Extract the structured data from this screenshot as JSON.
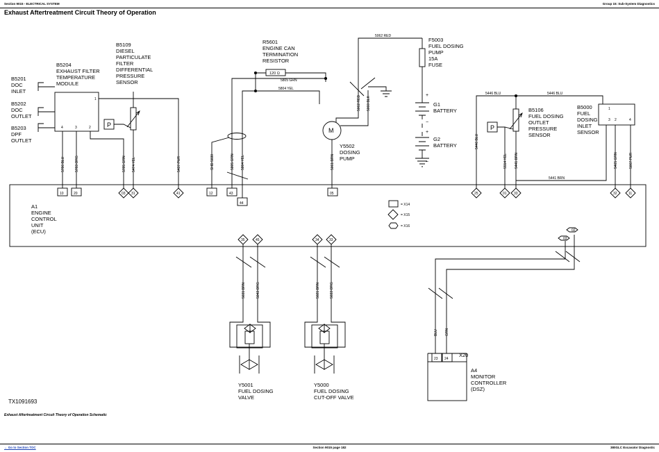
{
  "header": {
    "left": "Section 9015 - ELECTRICAL SYSTEM",
    "right": "Group 15: Sub-System Diagnostics"
  },
  "title": "Exhaust Aftertreatment Circuit Theory of Operation",
  "components": {
    "b5204": [
      "B5204",
      "EXHAUST FILTER",
      "TEMPERATURE",
      "MODULE"
    ],
    "b5201": [
      "B5201",
      "DOC",
      "INLET"
    ],
    "b5202": [
      "B5202",
      "DOC",
      "OUTLET"
    ],
    "b5203": [
      "B5203",
      "DPF",
      "OUTLET"
    ],
    "b5109": [
      "B5109",
      "DIESEL",
      "PARTICULATE",
      "FILTER",
      "DIFFERENTIAL",
      "PRESSURE",
      "SENSOR"
    ],
    "r5601": [
      "R5601",
      "ENGINE CAN",
      "TERMINATION",
      "RESISTOR"
    ],
    "f5003": [
      "F5003",
      "FUEL DOSING",
      "PUMP",
      "15A",
      "FUSE"
    ],
    "g1": [
      "G1",
      "BATTERY"
    ],
    "g2": [
      "G2",
      "BATTERY"
    ],
    "y5502": [
      "Y5502",
      "DOSING",
      "PUMP"
    ],
    "b5106": [
      "B5106",
      "FUEL DOSING",
      "OUTLET",
      "PRESSURE",
      "SENSOR"
    ],
    "b5000": [
      "B5000",
      "FUEL",
      "DOSING",
      "INLET",
      "SENSOR"
    ],
    "a1": [
      "A1",
      "ENGINE",
      "CONTROL",
      "UNIT",
      "(ECU)"
    ],
    "y5001": [
      "Y5001",
      "FUEL DOSING",
      "VALVE"
    ],
    "y5000": [
      "Y5000",
      "FUEL DOSING",
      "CUT-OFF VALVE"
    ],
    "a4": [
      "A4",
      "MONITOR",
      "CONTROLLER",
      "(DSZ)"
    ]
  },
  "resistor_value": "120 Ω",
  "pressure_symbol": "P",
  "motor_symbol": "M",
  "polarity": {
    "plus": "+",
    "minus": "−"
  },
  "pin_numbers": {
    "b5204_1": "1",
    "b5204_4": "4",
    "b5204_3": "3",
    "b5204_2": "2",
    "b5000_1": "1",
    "b5000_3": "3",
    "b5000_2": "2",
    "b5000_4": "4",
    "a4_23": "23",
    "a4_24": "24"
  },
  "connector_x20": "X20",
  "wires": {
    "w5786": "5786 BLU",
    "w5783": "5783 ORG",
    "w5785": "5785 GRN",
    "w5474": "5474 YEL",
    "w5437": "5437 PUR",
    "w5030": "SHD 5030",
    "w5805v": "5805 GRN",
    "w5804v": "5804 YEL",
    "w5805h": "5805 GRN",
    "w5804h": "5804 YEL",
    "w5062": "5062 RED",
    "w5062v": "5062 RED",
    "w5060": "5060 BLK",
    "w5061": "5061 BRN",
    "w5446h1": "5446 BLU",
    "w5446h2": "5446 BLU",
    "w5446v": "5446 BLU",
    "w5514": "5514 YEL",
    "w5441v": "5441 BRN",
    "w5441h": "5441 BRN",
    "w5465": "5465 GRN",
    "w5067": "5067 PUR",
    "w5031": "5031 BRN",
    "w5043": "5043 ORG",
    "w5021": "5021 BRN",
    "w5033": "5033 ORG",
    "blu": "BLU",
    "grn": "GRN"
  },
  "ecu_terminals": {
    "t10": "10",
    "t20": "20",
    "t03": "03",
    "t31": "31",
    "t41": "41",
    "t12": "12",
    "t43": "43",
    "t44": "44",
    "t05": "05",
    "t25": "25",
    "t01": "01",
    "t33": "33",
    "t32": "32",
    "t11": "11",
    "t35": "35",
    "t45": "45",
    "t34": "34",
    "t33b": "33",
    "t03b": "03",
    "t02": "02"
  },
  "legend": {
    "x14": "= X14",
    "x15": "= X15",
    "x16": "= X16"
  },
  "figure_id": "TX1091693",
  "caption": "Exhaust Aftertreatment Circuit Theory of Operation Schematic",
  "footer": {
    "left": "← Go to Section TOC",
    "center": "Section 9015 page 182",
    "right": "380GLC Excavator Diagnostic"
  }
}
